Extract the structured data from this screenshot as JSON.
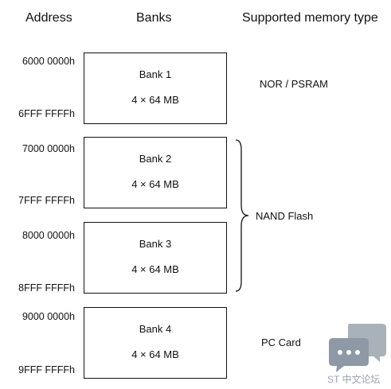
{
  "headers": {
    "address": "Address",
    "banks": "Banks",
    "memory_type": "Supported memory type"
  },
  "banks": [
    {
      "name": "Bank 1",
      "size": "4 × 64 MB",
      "start": "6000 0000h",
      "end": "6FFF FFFFh"
    },
    {
      "name": "Bank 2",
      "size": "4 × 64 MB",
      "start": "7000 0000h",
      "end": "7FFF FFFFh"
    },
    {
      "name": "Bank 3",
      "size": "4 × 64 MB",
      "start": "8000 0000h",
      "end": "8FFF FFFFh"
    },
    {
      "name": "Bank 4",
      "size": "4 × 64 MB",
      "start": "9000 0000h",
      "end": "9FFF FFFFh"
    }
  ],
  "memory_types": {
    "bank1": "NOR /  PSRAM",
    "bank23": "NAND Flash",
    "bank4": "PC Card"
  },
  "watermark": {
    "text": "ST 中文论坛",
    "icon": "chat-bubbles-icon"
  }
}
